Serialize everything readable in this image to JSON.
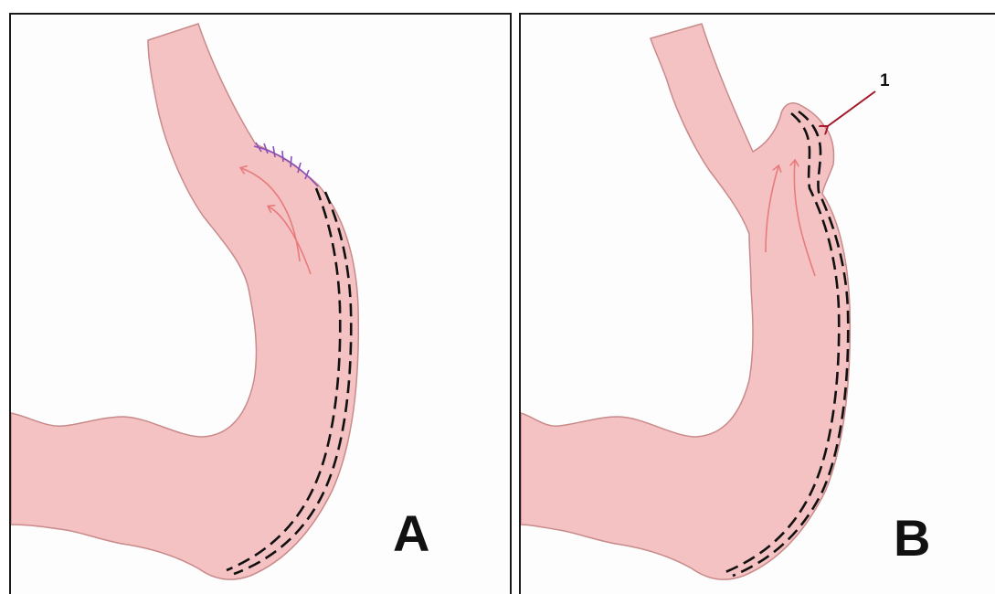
{
  "panels": [
    {
      "letter": "A"
    },
    {
      "letter": "B",
      "callout": "1"
    }
  ],
  "colors": {
    "tissue_fill": "#f4c2c2",
    "tissue_stroke": "#c98a8a",
    "flow_arrow": "#e87b7b",
    "staple_line": "#111111",
    "suture": "#8a4fb8",
    "callout_arrow": "#a31a2a"
  }
}
